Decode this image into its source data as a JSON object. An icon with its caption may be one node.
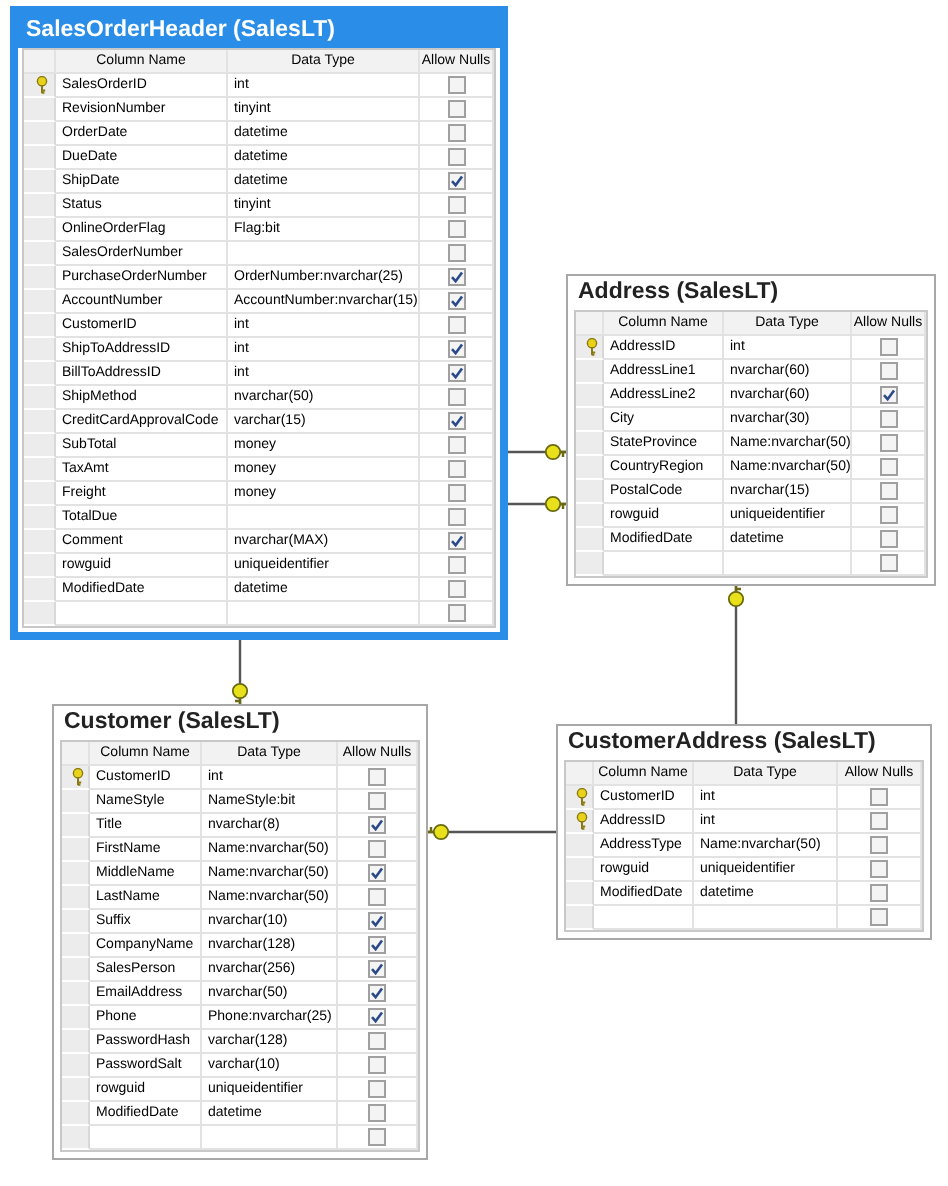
{
  "diagram": {
    "nodes": [
      {
        "text": [
          "SalesOrderHeader (SalesLT)",
          "Column Name",
          "Data Type",
          "Allow Nulls",
          "SalesOrderID",
          "int",
          "RevisionNumber",
          "tinyint",
          "OrderDate",
          "datetime",
          "DueDate",
          "datetime",
          "ShipDate",
          "datetime",
          "Status",
          "tinyint",
          "OnlineOrderFlag",
          "Flag:bit",
          "SalesOrderNumber",
          "PurchaseOrderNumber",
          "OrderNumber:nvarchar(25)",
          "AccountNumber",
          "AccountNumber:nvarchar(15)",
          "CustomerID",
          "int",
          "ShipToAddressID",
          "int",
          "BillToAddressID",
          "int",
          "ShipMethod",
          "nvarchar(50)",
          "CreditCardApprovalCode",
          "varchar(15)",
          "SubTotal",
          "money",
          "TaxAmt",
          "money",
          "Freight",
          "money",
          "TotalDue",
          "Comment",
          "nvarchar(MAX)",
          "rowguid",
          "uniqueidentifier",
          "ModifiedDate",
          "datetime"
        ]
      },
      {
        "text": [
          "Address (SalesLT)",
          "Column Name",
          "Data Type",
          "Allow Nulls",
          "AddressID",
          "int",
          "AddressLine1",
          "nvarchar(60)",
          "AddressLine2",
          "nvarchar(60)",
          "City",
          "nvarchar(30)",
          "StateProvince",
          "Name:nvarchar(50)",
          "CountryRegion",
          "Name:nvarchar(50)",
          "PostalCode",
          "nvarchar(15)",
          "rowguid",
          "uniqueidentifier",
          "ModifiedDate",
          "datetime"
        ]
      },
      {
        "text": [
          "Customer (SalesLT)",
          "Column Name",
          "Data Type",
          "Allow Nulls",
          "CustomerID",
          "int",
          "NameStyle",
          "NameStyle:bit",
          "Title",
          "nvarchar(8)",
          "FirstName",
          "Name:nvarchar(50)",
          "MiddleName",
          "Name:nvarchar(50)",
          "LastName",
          "Name:nvarchar(50)",
          "Suffix",
          "nvarchar(10)",
          "CompanyName",
          "nvarchar(128)",
          "SalesPerson",
          "nvarchar(256)",
          "EmailAddress",
          "nvarchar(50)",
          "Phone",
          "Phone:nvarchar(25)",
          "PasswordHash",
          "varchar(128)",
          "PasswordSalt",
          "varchar(10)",
          "rowguid",
          "uniqueidentifier",
          "ModifiedDate",
          "datetime"
        ]
      },
      {
        "text": [
          "CustomerAddress (SalesLT)",
          "Column Name",
          "Data Type",
          "Allow Nulls",
          "CustomerID",
          "int",
          "AddressID",
          "int",
          "AddressType",
          "Name:nvarchar(50)",
          "rowguid",
          "uniqueidentifier",
          "ModifiedDate",
          "datetime"
        ]
      }
    ],
    "edges": [
      {
        "from": 0,
        "to": 2,
        "arrow": "other"
      },
      {
        "from": 0,
        "to": 1,
        "arrow": "other"
      },
      {
        "from": 0,
        "to": 1,
        "arrow": "other"
      },
      {
        "from": 3,
        "to": 1,
        "arrow": "other"
      },
      {
        "from": 3,
        "to": 2,
        "arrow": "other"
      }
    ]
  }
}
